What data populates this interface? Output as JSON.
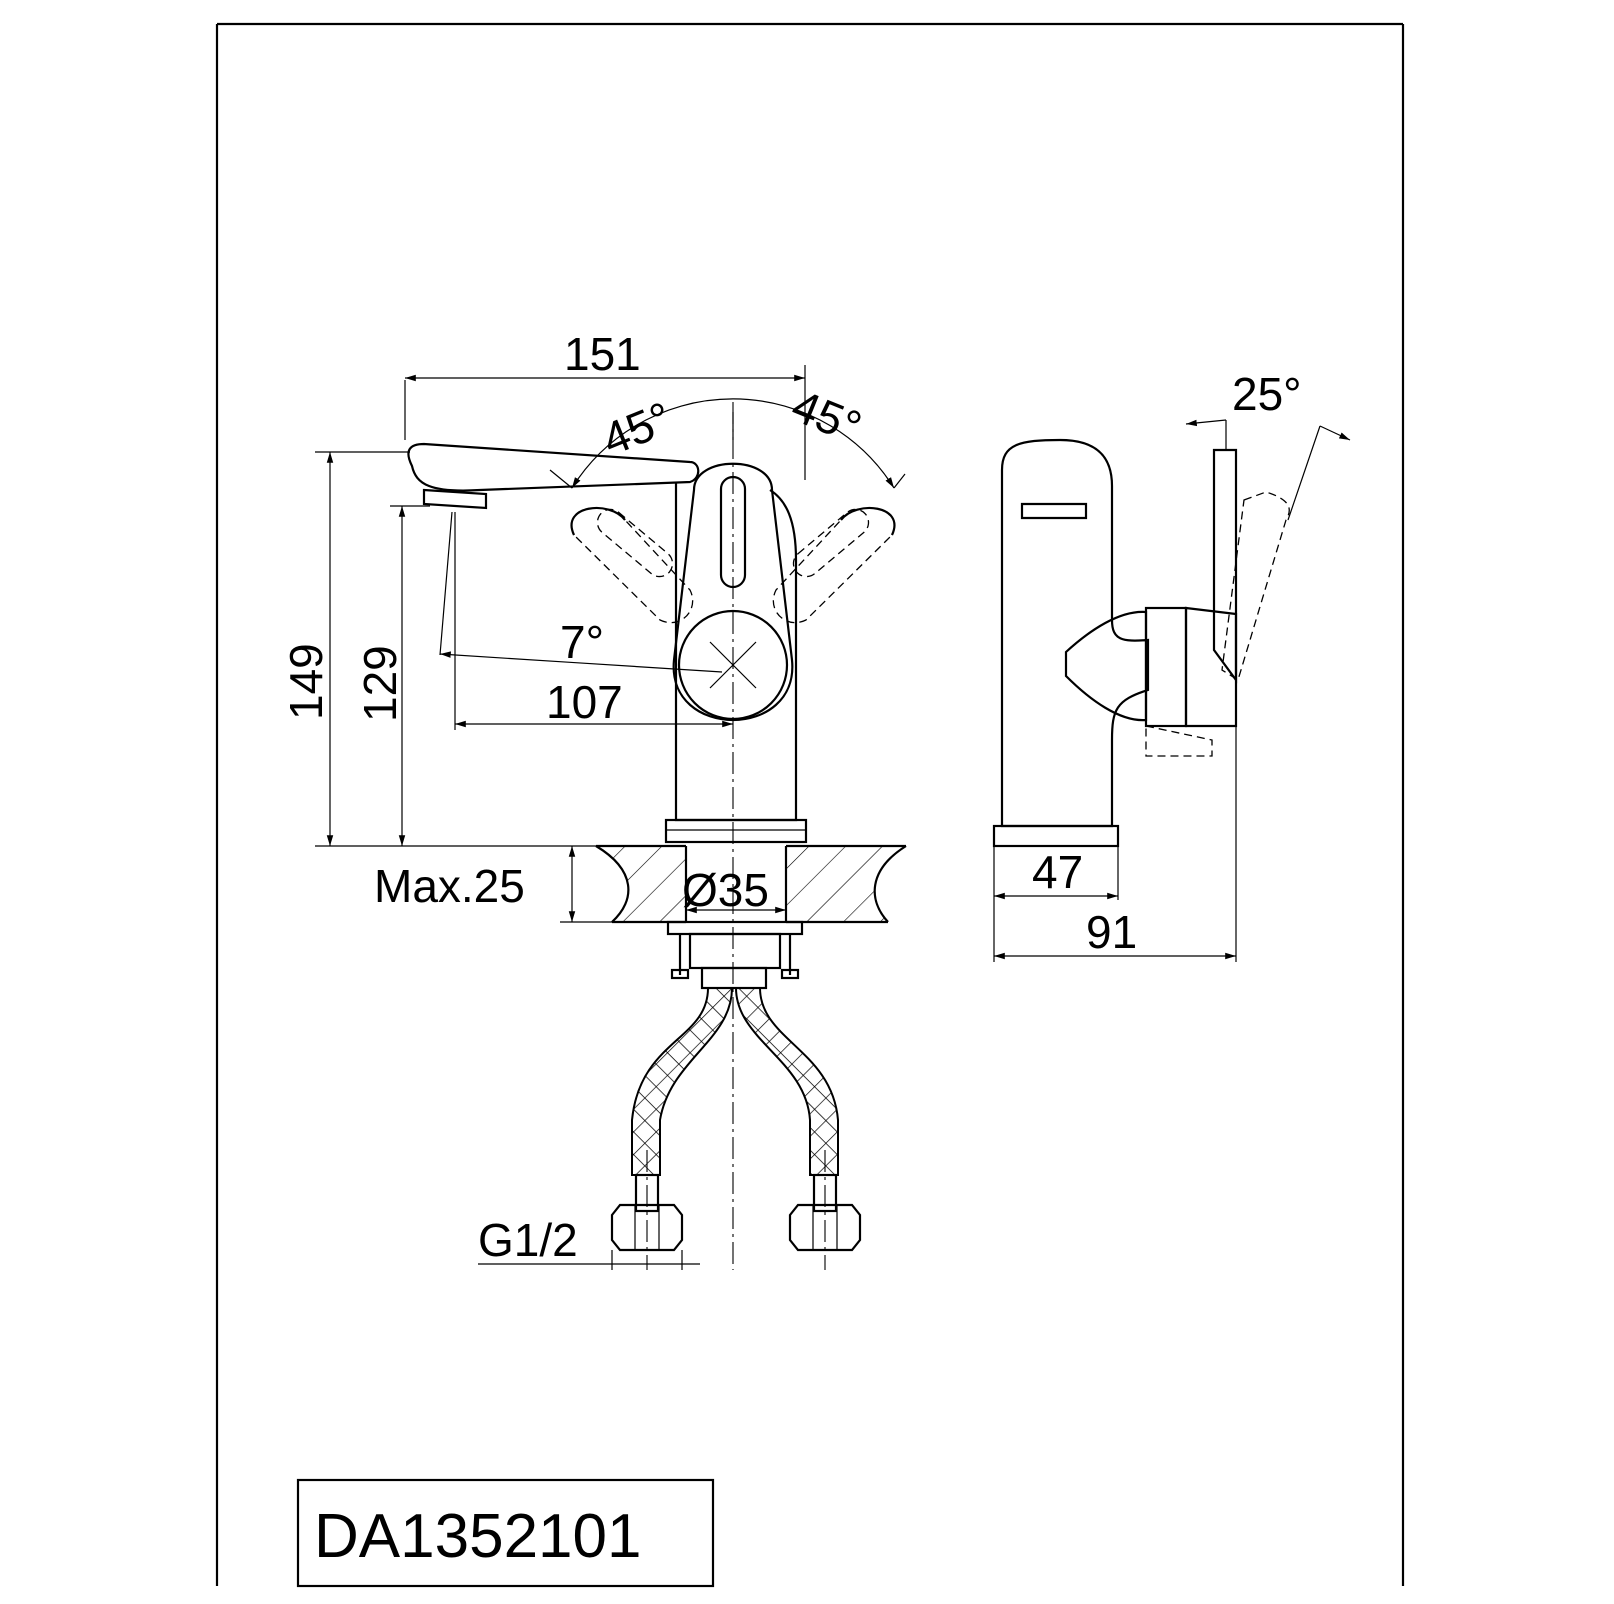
{
  "drawing": {
    "model_code": "DA1352101",
    "dimensions": {
      "overall_length": "151",
      "handle_angle_left": "45°",
      "handle_angle_right": "45°",
      "overall_height": "149",
      "spout_height": "129",
      "spout_tilt_angle": "7°",
      "spout_reach": "107",
      "max_deck_thickness": "Max.25",
      "mounting_hole": "Ø35",
      "base_width_side": "47",
      "overall_depth_side": "91",
      "handle_tilt_angle": "25°",
      "connection_thread": "G1/2"
    }
  }
}
